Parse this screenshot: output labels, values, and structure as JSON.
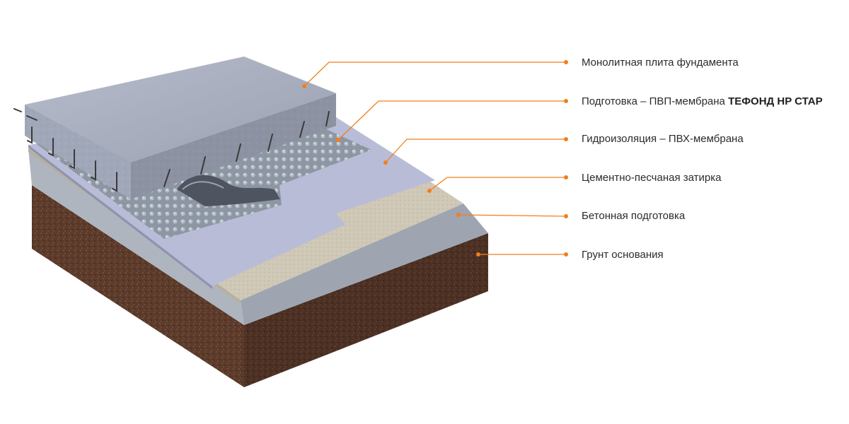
{
  "colors": {
    "leader_line": "#f07f1c",
    "soil": "#5a3a2a",
    "concrete": "#b7bdc5",
    "screed": "#cfc9b8",
    "pvc_membrane": "#b4b9d2",
    "dimple_membrane": "#8f98a4",
    "slab": "#9aa1b3",
    "rebar": "#3b3b3b"
  },
  "layers": [
    {
      "text": "Монолитная плита фундамента",
      "brand": ""
    },
    {
      "text": "Подготовка – ПВП-мембрана ",
      "brand": "ТЕФОНД HP СТАР"
    },
    {
      "text": "Гидроизоляция – ПВХ-мембрана",
      "brand": ""
    },
    {
      "text": "Цементно-песчаная затирка",
      "brand": ""
    },
    {
      "text": "Бетонная подготовка",
      "brand": ""
    },
    {
      "text": "Грунт основания",
      "brand": ""
    }
  ]
}
